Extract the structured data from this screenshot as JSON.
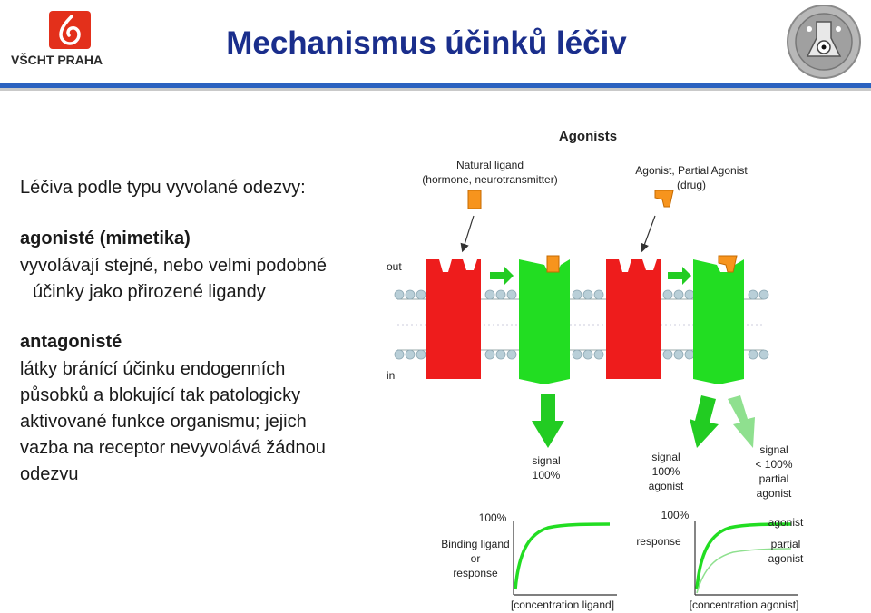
{
  "header": {
    "title": "Mechanismus účinků léčiv",
    "logo_text": "VŠCHT PRAHA"
  },
  "left_text": {
    "intro": "Léčiva podle typu vyvolané odezvy:",
    "agonist_heading": "agonisté (mimetika)",
    "agonist_lines": [
      "vyvolávají stejné, nebo velmi podobné",
      "účinky jako přirozené ligandy"
    ],
    "antagonist_heading": "antagonisté",
    "antagonist_lines": [
      "látky bránící účinku endogenních",
      "působků  a blokující tak patologicky",
      "aktivované funkce organismu; jejich",
      "vazba na receptor  nevyvolává žádnou",
      "odezvu"
    ]
  },
  "diagram": {
    "title": "Agonists",
    "natural_ligand": [
      "Natural ligand",
      "(hormone, neurotransmitter)"
    ],
    "drug_label": [
      "Agonist, Partial Agonist",
      "(drug)"
    ],
    "out_label": "out",
    "in_label": "in",
    "signal_1": [
      "signal",
      "100%"
    ],
    "signal_2": [
      "signal",
      "100%",
      "agonist"
    ],
    "signal_3": [
      "signal",
      "< 100%",
      "partial",
      "agonist"
    ],
    "colors": {
      "receptor_inactive": "#ee1c1c",
      "receptor_active": "#22dd22",
      "ligand": "#f7941d",
      "lipid_head": "#b9cfd8"
    }
  },
  "graph1": {
    "ytick": "100%",
    "ylabel": [
      "Binding ligand",
      "or",
      "response"
    ],
    "xlabel": "[concentration ligand]"
  },
  "graph2": {
    "ytick": "100%",
    "ylabel": "response",
    "xlabel": "[concentration agonist]",
    "series_labels": [
      "agonist",
      "partial",
      "agonist"
    ]
  }
}
